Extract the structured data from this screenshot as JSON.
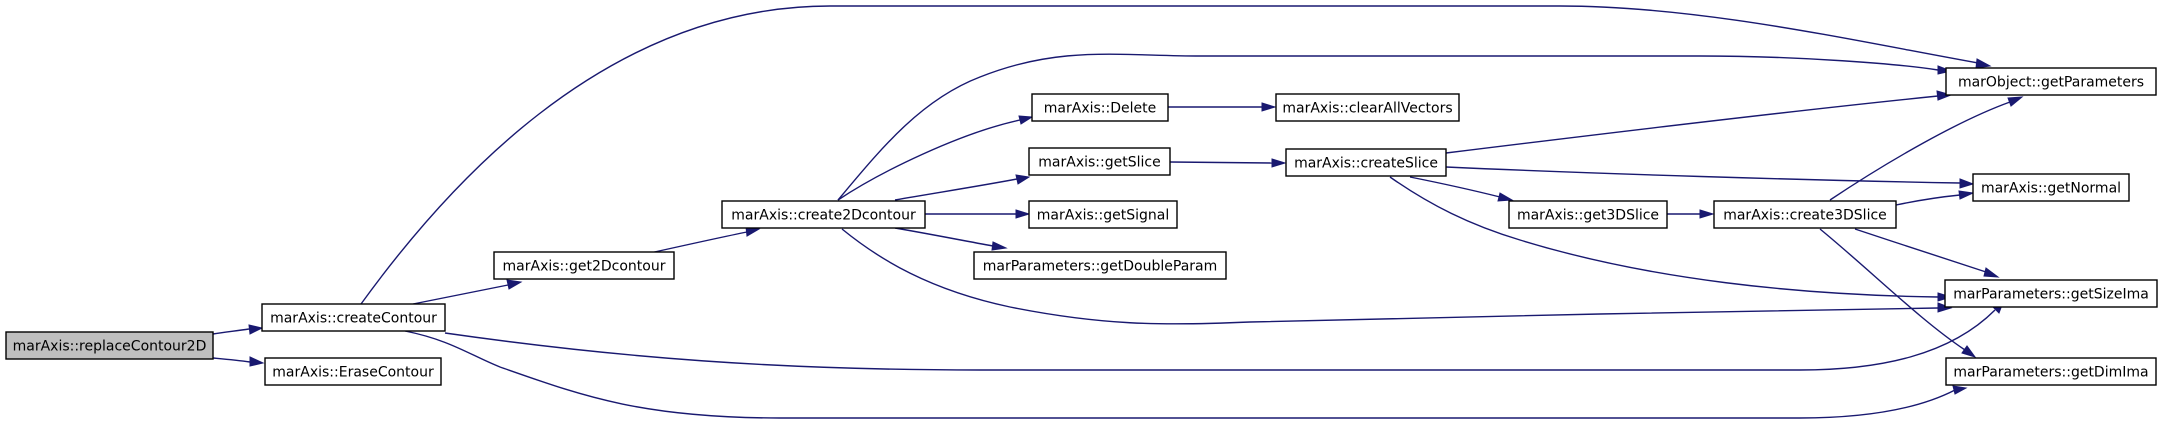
{
  "colors": {
    "node_fill": "#ffffff",
    "root_fill": "#bfbfbf",
    "node_border": "#000000",
    "edge": "#191970"
  },
  "nodes": {
    "replaceContour2D": "marAxis::replaceContour2D",
    "createContour": "marAxis::createContour",
    "EraseContour": "marAxis::EraseContour",
    "get2Dcontour": "marAxis::get2Dcontour",
    "create2Dcontour": "marAxis::create2Dcontour",
    "Delete": "marAxis::Delete",
    "clearAllVectors": "marAxis::clearAllVectors",
    "getSlice": "marAxis::getSlice",
    "createSlice": "marAxis::createSlice",
    "getSignal": "marAxis::getSignal",
    "getDoubleParam": "marParameters::getDoubleParam",
    "get3DSlice": "marAxis::get3DSlice",
    "create3DSlice": "marAxis::create3DSlice",
    "getParameters": "marObject::getParameters",
    "getNormal": "marAxis::getNormal",
    "getSizeIma": "marParameters::getSizeIma",
    "getDimIma": "marParameters::getDimIma"
  }
}
